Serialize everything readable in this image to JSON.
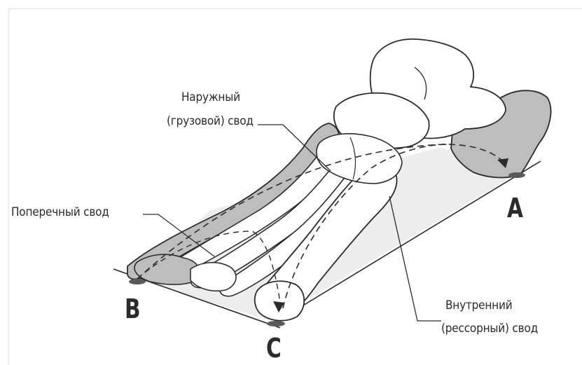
{
  "labels": {
    "outer_arch_line1": "Наружный",
    "outer_arch_line2": "(грузовой) свод",
    "transverse_arch": "Поперечный свод",
    "inner_arch_line1": "Внутренний",
    "inner_arch_line2": "(рессорный) свод"
  },
  "points": {
    "a": "A",
    "b": "B",
    "c": "C"
  },
  "colors": {
    "outline": "#2b2b2b",
    "shaded_bone": "#bdbdbd",
    "ground_plane": "#ededed",
    "contact_pad": "#5a5a5a"
  }
}
